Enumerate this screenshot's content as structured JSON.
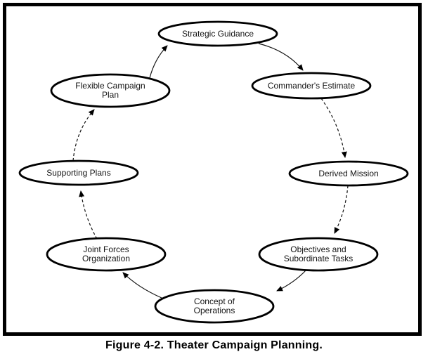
{
  "figure": {
    "caption": "Figure 4-2. Theater Campaign Planning."
  },
  "colors": {
    "ink": "#000000",
    "background": "#ffffff"
  },
  "diagram": {
    "type": "cycle",
    "direction": "clockwise",
    "nodes": [
      {
        "id": "strategic-guidance",
        "lines": [
          "Strategic Guidance"
        ]
      },
      {
        "id": "commanders-estimate",
        "lines": [
          "Commander's Estimate"
        ]
      },
      {
        "id": "derived-mission",
        "lines": [
          "Derived Mission"
        ]
      },
      {
        "id": "objectives-and-subordinate-tasks",
        "lines": [
          "Objectives and",
          "Subordinate Tasks"
        ]
      },
      {
        "id": "concept-of-operations",
        "lines": [
          "Concept of",
          "Operations"
        ]
      },
      {
        "id": "joint-forces-organization",
        "lines": [
          "Joint Forces",
          "Organization"
        ]
      },
      {
        "id": "supporting-plans",
        "lines": [
          "Supporting Plans"
        ]
      },
      {
        "id": "flexible-campaign-plan",
        "lines": [
          "Flexible Campaign",
          "Plan"
        ]
      }
    ],
    "edges": [
      {
        "from": "strategic-guidance",
        "to": "commanders-estimate",
        "style": "solid"
      },
      {
        "from": "commanders-estimate",
        "to": "derived-mission",
        "style": "dashed"
      },
      {
        "from": "derived-mission",
        "to": "objectives-and-subordinate-tasks",
        "style": "dashed"
      },
      {
        "from": "objectives-and-subordinate-tasks",
        "to": "concept-of-operations",
        "style": "solid"
      },
      {
        "from": "concept-of-operations",
        "to": "joint-forces-organization",
        "style": "solid"
      },
      {
        "from": "joint-forces-organization",
        "to": "supporting-plans",
        "style": "dashed"
      },
      {
        "from": "supporting-plans",
        "to": "flexible-campaign-plan",
        "style": "dashed"
      },
      {
        "from": "flexible-campaign-plan",
        "to": "strategic-guidance",
        "style": "solid"
      }
    ]
  }
}
